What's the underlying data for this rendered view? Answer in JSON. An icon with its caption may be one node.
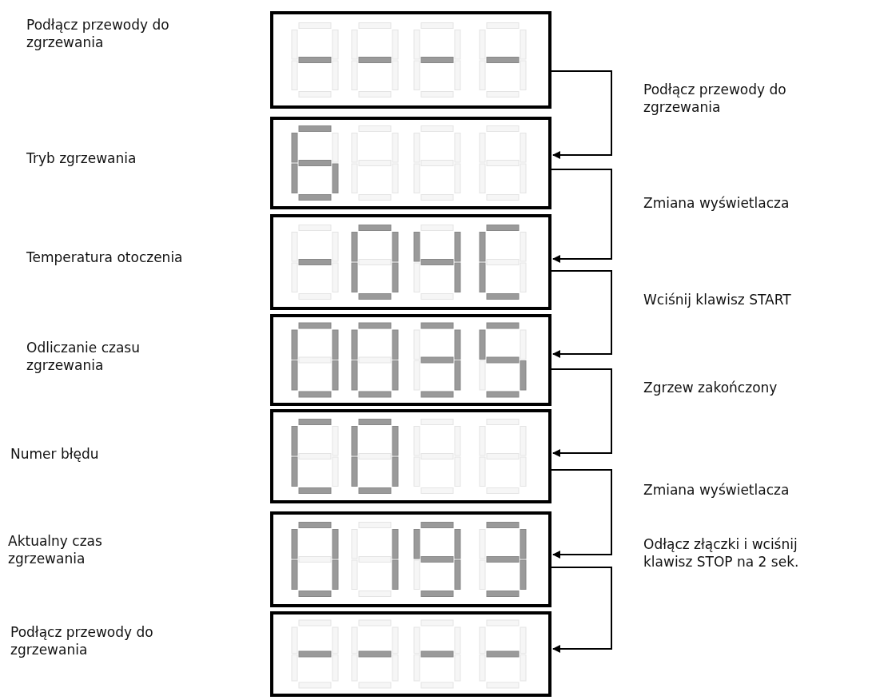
{
  "diagram": {
    "nodes": [
      {
        "text": [],
        "shape": "box"
      },
      {
        "text": [],
        "shape": "box"
      },
      {
        "text": [],
        "shape": "box"
      },
      {
        "text": [],
        "shape": "box"
      },
      {
        "text": [],
        "shape": "box"
      },
      {
        "text": [],
        "shape": "box"
      },
      {
        "text": [],
        "shape": "box"
      }
    ],
    "edges": [
      {
        "from": 0,
        "to": 1,
        "arrow": "to",
        "label": "Podłącz przewody do zgrzewania"
      },
      {
        "from": 1,
        "to": 2,
        "arrow": "to",
        "label": "Zmiana wyświetlacza"
      },
      {
        "from": 2,
        "to": 3,
        "arrow": "to",
        "label": "Wciśnij klawisz START"
      },
      {
        "from": 3,
        "to": 4,
        "arrow": "to",
        "label": "Zgrzew zakończony"
      },
      {
        "from": 4,
        "to": 5,
        "arrow": "to",
        "label": "Zmiana wyświetlacza"
      },
      {
        "from": 5,
        "to": 6,
        "arrow": "to",
        "label": "Odłącz złączki i wciśnij klawisz STOP na 2 sek."
      }
    ],
    "labels": [
      "Podłącz przewody do zgrzewania",
      "Tryb zgrzewania",
      "Temperatura otoczenia",
      "Odliczanie czasu zgrzewania",
      "Numer błędu",
      "Aktualny czas zgrzewania",
      "Podłącz przewody do zgrzewania"
    ]
  }
}
